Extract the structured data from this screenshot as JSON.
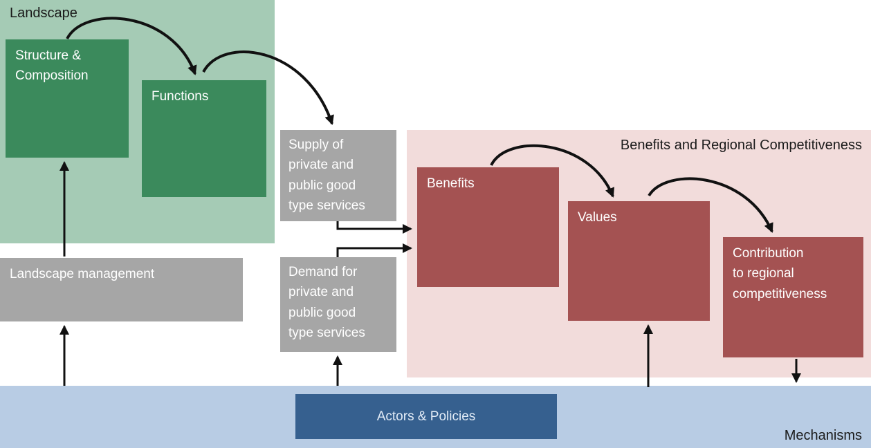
{
  "regions": {
    "landscape": {
      "label": "Landscape"
    },
    "benefits_competitiveness": {
      "label": "Benefits and Regional Competitiveness"
    },
    "mechanisms_band": {
      "label": "Mechanisms"
    }
  },
  "boxes": {
    "structure": {
      "label": "Structure &\nComposition"
    },
    "functions": {
      "label": "Functions"
    },
    "supply": {
      "label": "Supply of\nprivate and\npublic good\ntype services"
    },
    "management": {
      "label": "Landscape management"
    },
    "demand": {
      "label": "Demand for\nprivate and\npublic good\ntype services"
    },
    "benefits": {
      "label": "Benefits"
    },
    "values": {
      "label": "Values"
    },
    "contribution": {
      "label": "Contribution\nto regional\ncompetitiveness"
    },
    "actors": {
      "label": "Actors & Policies"
    }
  },
  "arrows": [
    {
      "from": "structure",
      "to": "functions",
      "style": "curved"
    },
    {
      "from": "functions",
      "to": "supply",
      "style": "curved"
    },
    {
      "from": "benefits",
      "to": "values",
      "style": "curved"
    },
    {
      "from": "values",
      "to": "contribution",
      "style": "curved"
    },
    {
      "from": "supply",
      "to": "benefits",
      "style": "elbow"
    },
    {
      "from": "demand",
      "to": "benefits",
      "style": "elbow"
    },
    {
      "from": "mechanisms_band",
      "to": "management",
      "style": "straight-up"
    },
    {
      "from": "management",
      "to": "structure",
      "style": "straight-up"
    },
    {
      "from": "mechanisms_band",
      "to": "demand",
      "style": "straight-up"
    },
    {
      "from": "mechanisms_band",
      "to": "values",
      "style": "straight-up"
    },
    {
      "from": "contribution",
      "to": "mechanisms_band",
      "style": "straight-down"
    }
  ],
  "colors": {
    "region_green": "#a5cbb5",
    "region_pink": "#f2dcdb",
    "region_blue": "#b8cce4",
    "box_green": "#3b8a5c",
    "box_gray": "#a6a6a6",
    "box_red": "#a45252",
    "box_blue": "#36608f",
    "arrow_black": "#111111",
    "label_dark": "#1a1a1a",
    "label_light": "#ffffff"
  }
}
